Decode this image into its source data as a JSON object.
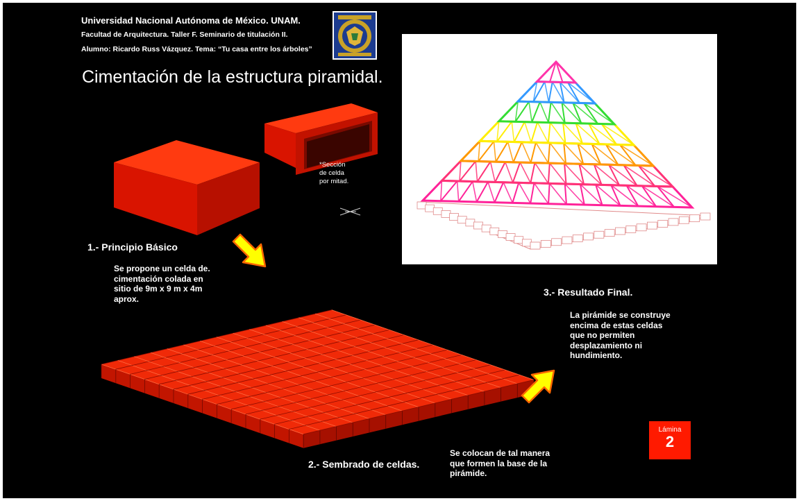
{
  "header": {
    "university": "Universidad Nacional Autónoma de México. UNAM.",
    "faculty": "Facultad de Arquitectura. Taller F. Seminario de titulación II.",
    "student": "Alumno: Ricardo Russ Vázquez.  Tema: “Tu casa entre los árboles”"
  },
  "title": "Cimentación de la estructura piramidal.",
  "section_note": "*Sección\nde celda\npor mitad.",
  "steps": {
    "step1": {
      "title": "1.- Principio Básico",
      "text": "Se propone un celda de.\ncimentación colada en\nsitio de 9m x 9 m x 4m\naprox."
    },
    "step2": {
      "title": "2.- Sembrado de celdas.",
      "text": "Se colocan de tal manera\nque formen la base de la\npirámide."
    },
    "step3": {
      "title": "3.- Resultado Final.",
      "text": "La pirámide se construye\nencima de estas celdas\nque no permiten\ndesplazamiento ni\nhundimiento."
    }
  },
  "badge": {
    "label": "Lámina",
    "number": "2"
  },
  "colors": {
    "background": "#000000",
    "cell_red": "#e21a00",
    "arrow_fill": "#ffff00",
    "arrow_outline": "#ff6600",
    "badge": "#ff1a00",
    "pyramid_bands": [
      "#ff33aa",
      "#3399ff",
      "#33dd33",
      "#ffee00",
      "#ff9900",
      "#ff3377",
      "#ff2299"
    ]
  }
}
